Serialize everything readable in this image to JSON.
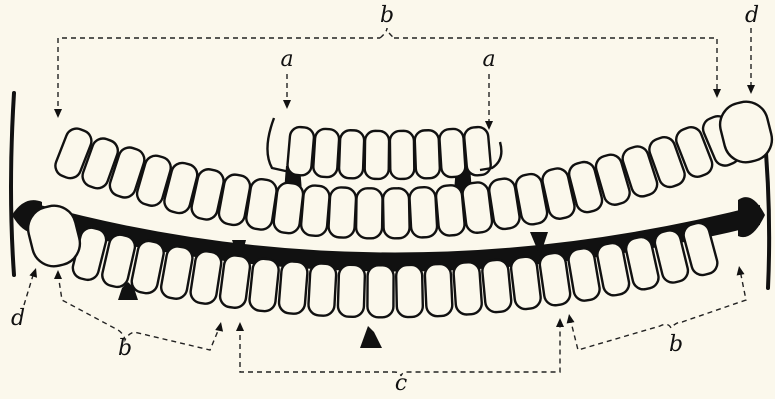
{
  "figure": {
    "labels": {
      "a_left": "a",
      "a_right": "a",
      "b_top": "b",
      "b_left": "b",
      "b_right": "b",
      "c_bottom": "c",
      "d_right": "d",
      "d_left": "d"
    }
  },
  "colors": {
    "background": "#fbf8ec",
    "ink": "#111111"
  }
}
